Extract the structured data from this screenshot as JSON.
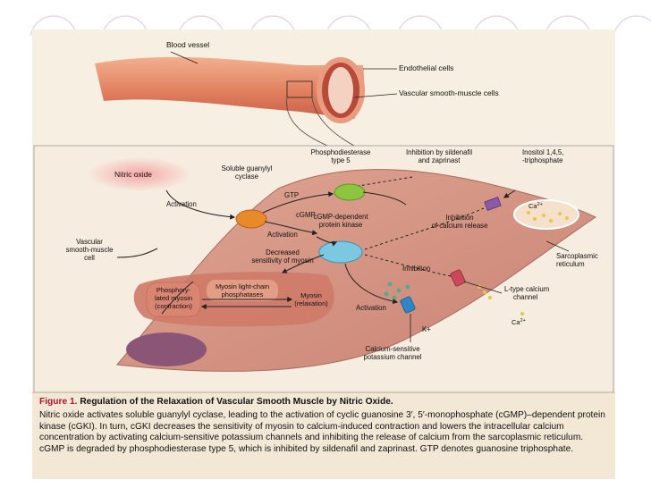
{
  "labels": {
    "blood_vessel": "Blood vessel",
    "endothelial_cells": "Endothelial cells",
    "vsm_cells": "Vascular smooth-muscle cells",
    "pde5": [
      "Phosphodiesterase",
      "type 5"
    ],
    "inhibition_sildenafil": [
      "Inhibition by sildenafil",
      "and zaprinast"
    ],
    "ip3": [
      "Inositol 1,4,5,",
      "-triphosphate"
    ],
    "nitric_oxide": "Nitric oxide",
    "soluble_gc": [
      "Soluble guanylyl",
      "cyclase"
    ],
    "activation_1": "Activation",
    "gtp": "GTP",
    "cgmp": "cGMP",
    "cgmp_pk": [
      "cGMP-dependent",
      "protein kinase"
    ],
    "activation_2": "Activation",
    "ca": "Ca",
    "ca_sup": "2+",
    "inhibition_ca_release": [
      "Inhibition",
      "of calcium release"
    ],
    "vsm_cell": [
      "Vascular",
      "smooth-muscle",
      "cell"
    ],
    "decreased_sensitivity": [
      "Decreased",
      "sensitivity of myosin"
    ],
    "sarcoplasmic_reticulum": [
      "Sarcoplasmic",
      "reticulum"
    ],
    "inhibition_2": "Inhibition",
    "phospho_myosin": [
      "Phosphory-",
      "lated myosin",
      "(contraction)"
    ],
    "mlc_phosphatases": [
      "Myosin light-chain",
      "phosphatases"
    ],
    "myosin_relax": [
      "Myosin",
      "(relaxation)"
    ],
    "ltype_channel": [
      "L-type calcium",
      "channel"
    ],
    "activation_3": "Activation",
    "k_plus": "K+",
    "ca_bottom": "Ca",
    "ca_bottom_sup": "2+",
    "kca_channel": [
      "Calcium-sensitive",
      "potassium channel"
    ]
  },
  "caption": {
    "figure_label": "Figure 1.",
    "title": "Regulation of the Relaxation of Vascular Smooth Muscle by Nitric Oxide.",
    "body": "Nitric oxide activates soluble guanylyl cyclase, leading to the activation of cyclic guanosine 3′, 5′-monophosphate (cGMP)–dependent protein kinase (cGKI). In turn, cGKI decreases the sensitivity of myosin to calcium-induced contraction and lowers the intracellular calcium concentration by activating calcium-sensitive potassium channels and inhibiting the release of calcium from the sarcoplasmic reticulum. cGMP is degraded by phosphodiesterase type 5, which is inhibited by sildenafil and zaprinast. GTP denotes guanosine triphosphate."
  },
  "colors": {
    "caption_accent": "#b5122a",
    "cell_fill": "#d99a86",
    "enzyme_orange": "#e88a2a",
    "enzyme_green": "#8bc63e",
    "enzyme_blue": "#7cc8e0"
  }
}
